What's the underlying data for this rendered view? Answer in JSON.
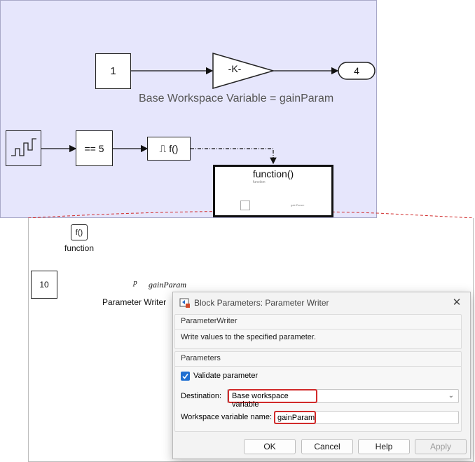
{
  "top_diagram": {
    "constant_block": "1",
    "gain_block": "-K-",
    "outport_block": "4",
    "gain_annotation": "Base Workspace Variable = gainParam",
    "compare_block": "== 5",
    "function_call_generator": "⎍ f()",
    "subsystem_title": "function()",
    "subsystem_subtitle": "function",
    "subsystem_mini_label": "gainParam"
  },
  "bottom_diagram": {
    "trigger_port_label": "f()",
    "trigger_port_caption": "function",
    "constant_block": "10",
    "param_writer_symbol": "p",
    "param_writer_param": "gainParam",
    "param_writer_caption": "Parameter Writer"
  },
  "dialog": {
    "title": "Block Parameters: Parameter Writer",
    "block_type": "ParameterWriter",
    "description": "Write values to the specified parameter.",
    "parameters_header": "Parameters",
    "validate_label": "Validate parameter",
    "validate_checked": true,
    "destination_label": "Destination:",
    "destination_value": "Base workspace variable",
    "workspace_var_label": "Workspace variable name:",
    "workspace_var_value": "gainParam",
    "buttons": {
      "ok": "OK",
      "cancel": "Cancel",
      "help": "Help",
      "apply": "Apply"
    }
  },
  "colors": {
    "canvas": "#e6e6fc",
    "highlight": "#d12a2a",
    "checkbox": "#1f6fd1",
    "param_writer_border": "#2b9fd8"
  }
}
